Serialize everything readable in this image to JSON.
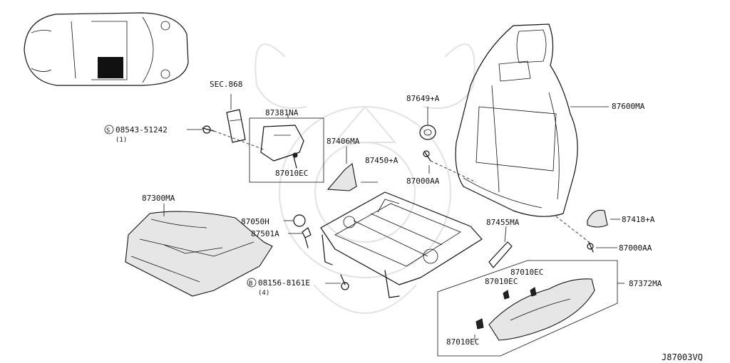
{
  "diagram_code": "J87003VQ",
  "section_ref": "SEC.868",
  "highlight_color": "#a9b3e6",
  "parts": {
    "seat_back": "87600MA",
    "cushion": "87300MA",
    "frame": "87450+A",
    "finisher_outer": "87372MA",
    "finisher_inner": "87381NA",
    "cover_406": "87406MA",
    "cover_455": "87455MA",
    "knob": "87649+A",
    "cap_418": "87418+A",
    "screw_aa_top": "87000AA",
    "screw_aa_bottom": "87000AA",
    "clip_ec_top": "87010EC",
    "clip_ec_1": "87010EC",
    "clip_ec_2": "87010EC",
    "clip_ec_3": "87010EC",
    "cap_050": "87050H",
    "bolt_501": "87501A"
  },
  "fasteners": {
    "screw_s": {
      "symbol": "S",
      "number": "08543-51242",
      "qty": "(1)"
    },
    "bolt_b": {
      "symbol": "B",
      "number": "08156-8161E",
      "qty": "(4)"
    }
  }
}
